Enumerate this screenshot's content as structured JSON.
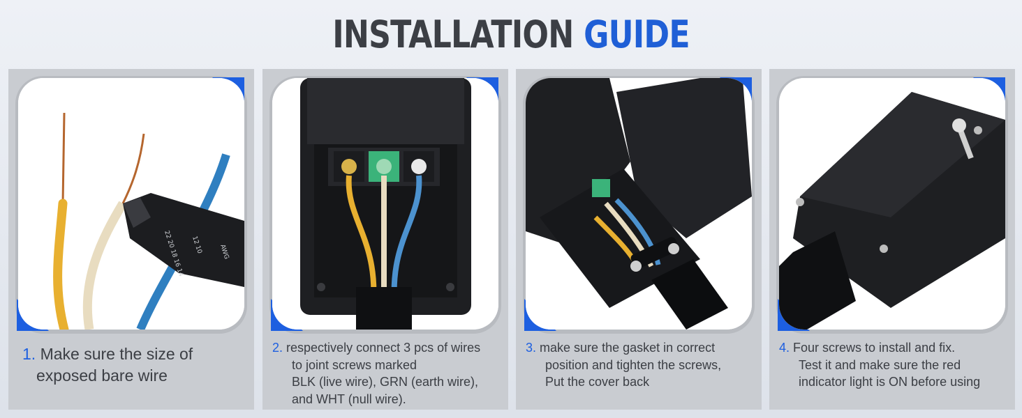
{
  "title": {
    "part1": "INSTALLATION",
    "part2": "GUIDE"
  },
  "colors": {
    "accent": "#1d5fe0",
    "title_dark": "#3c3f45",
    "card_bg": "#c9ccd1"
  },
  "steps": [
    {
      "num": "1.",
      "lines": [
        "Make sure the size of",
        "exposed bare wire"
      ],
      "image": "wire-stripper-with-wires"
    },
    {
      "num": "2.",
      "lines": [
        "respectively connect 3 pcs of wires",
        "to joint screws marked",
        "BLK (live wire), GRN (earth wire),",
        "and WHT (null wire)."
      ],
      "image": "terminal-block-wiring"
    },
    {
      "num": "3.",
      "lines": [
        "make sure the gasket in correct",
        "position and tighten the screws,",
        "Put the cover back"
      ],
      "image": "gasket-and-clamp"
    },
    {
      "num": "4.",
      "lines": [
        "Four screws to install and fix.",
        "Test it and make sure the red",
        "indicator light is ON before using"
      ],
      "image": "closed-cover-with-screw"
    }
  ]
}
